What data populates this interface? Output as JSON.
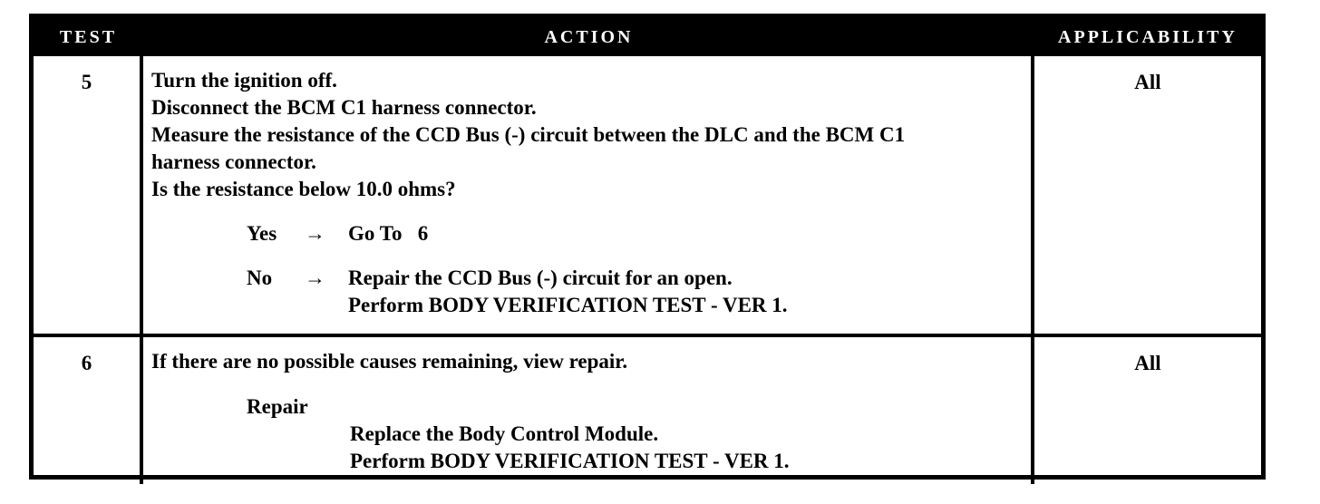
{
  "page": {
    "background": "#ffffff",
    "ink": "#000000",
    "header_bg": "#000000",
    "header_text_color": "#ffffff"
  },
  "table": {
    "headers": [
      "TEST",
      "ACTION",
      "APPLICABILITY"
    ],
    "rows": [
      {
        "test": "5",
        "applicability": "All",
        "action_lines": [
          "Turn the ignition off.",
          "Disconnect the BCM C1 harness connector.",
          "Measure the resistance of the CCD Bus (-) circuit between the DLC and the BCM C1",
          "harness connector.",
          "Is the resistance below 10.0 ohms?"
        ],
        "branches": [
          {
            "answer": "Yes",
            "arrow": "→",
            "results": [
              "Go To   6"
            ]
          },
          {
            "answer": "No",
            "arrow": "→",
            "results": [
              "Repair the CCD Bus (-) circuit for an open.",
              "Perform BODY VERIFICATION TEST - VER 1."
            ]
          }
        ]
      },
      {
        "test": "6",
        "applicability": "All",
        "action_lines": [
          "If there are no possible causes remaining, view repair."
        ],
        "repair_label": "Repair",
        "repair_steps": [
          "Replace the Body Control Module.",
          "Perform BODY VERIFICATION TEST - VER 1."
        ]
      }
    ]
  }
}
